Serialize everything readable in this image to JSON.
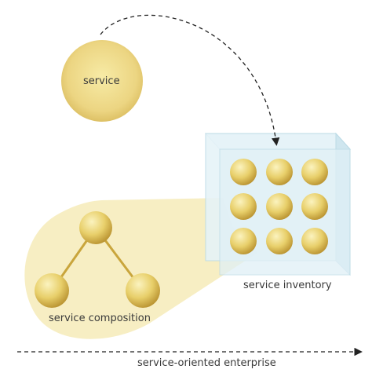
{
  "labels": {
    "service": "service",
    "service_inventory": "service inventory",
    "service_composition": "service composition",
    "service_oriented_enterprise": "service-oriented enterprise"
  },
  "colors": {
    "sphere_light": "#fbf3bf",
    "sphere_mid": "#e8cf6a",
    "sphere_dark": "#b8912f",
    "composition_fill": "#f6ebb8",
    "link_line": "#c9a53c",
    "inventory_front": "#e0f0f6",
    "inventory_side": "#cfe6ef",
    "inventory_top": "#eaf5f9",
    "inventory_edge": "#bcdbe6",
    "text": "#3a3a3a",
    "arrow": "#222222"
  }
}
